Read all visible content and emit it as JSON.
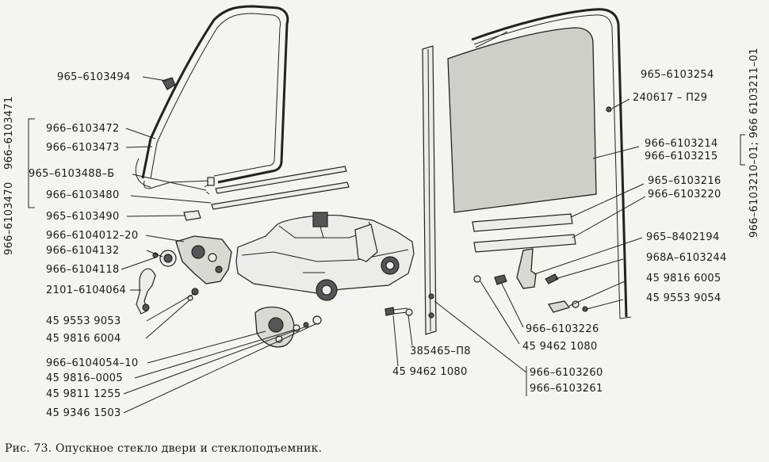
{
  "labels": {
    "l1": "965–6103494",
    "l2": "966–6103472",
    "l3": "966–6103473",
    "l4": "965–6103488–Б",
    "l5": "966–6103480",
    "l6": "965–6103490",
    "l7": "966–6104012–20",
    "l8": "966–6104132",
    "l9": "966–6104118",
    "l10": "2101–6104064",
    "l11": "45 9553 9053",
    "l12": "45 9816 6004",
    "l13": "966–6104054–10",
    "l14": "45  9816–0005",
    "l15": "45 9811  1255",
    "l16": "45 9346 1503",
    "l17": "385465–П8",
    "l18": "45 9462  1080",
    "l19": "966–6103260",
    "l20": "966–6103261",
    "l21": "966–6103226",
    "l22": "45 9462 1080",
    "l23": "965–6103254",
    "l24": "240617 – П29",
    "l25": "966–6103214",
    "l26": "966–6103215",
    "l27": "965–6103216",
    "l28": "966–6103220",
    "l29": "965–8402194",
    "l30": "968А–6103244",
    "l31": "45 9816 6005",
    "l32": "45 9553 9054",
    "v1": "966–6103471",
    "v2": "966–6103470",
    "v3": "966–6103210–01; 966  6103211–01"
  },
  "caption": "Рис. 73. Опускное стекло двери и стеклоподъемник."
}
